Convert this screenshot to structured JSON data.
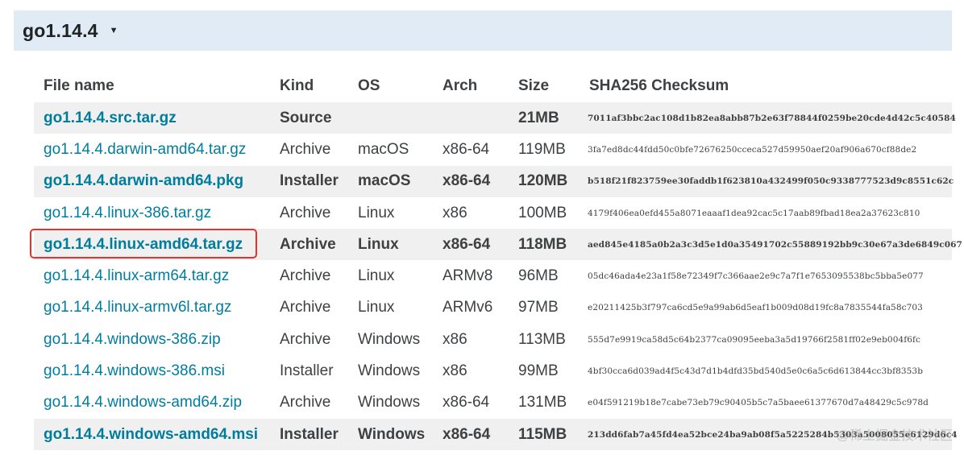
{
  "version_header": {
    "title": "go1.14.4",
    "caret_glyph": "▼"
  },
  "table": {
    "columns": [
      "File name",
      "Kind",
      "OS",
      "Arch",
      "Size",
      "SHA256 Checksum"
    ],
    "rows": [
      {
        "file": "go1.14.4.src.tar.gz",
        "kind": "Source",
        "os": "",
        "arch": "",
        "size": "21MB",
        "sha": "7011af3bbc2ac108d1b82ea8abb87b2e63f78844f0259be20cde4d42c5c40584",
        "highlight": true
      },
      {
        "file": "go1.14.4.darwin-amd64.tar.gz",
        "kind": "Archive",
        "os": "macOS",
        "arch": "x86-64",
        "size": "119MB",
        "sha": "3fa7ed8dc44fdd50c0bfe72676250cceca527d59950aef20af906a670cf88de2",
        "highlight": false
      },
      {
        "file": "go1.14.4.darwin-amd64.pkg",
        "kind": "Installer",
        "os": "macOS",
        "arch": "x86-64",
        "size": "120MB",
        "sha": "b518f21f823759ee30faddb1f623810a432499f050c9338777523d9c8551c62c",
        "highlight": true
      },
      {
        "file": "go1.14.4.linux-386.tar.gz",
        "kind": "Archive",
        "os": "Linux",
        "arch": "x86",
        "size": "100MB",
        "sha": "4179f406ea0efd455a8071eaaaf1dea92cac5c17aab89fbad18ea2a37623c810",
        "highlight": false
      },
      {
        "file": "go1.14.4.linux-amd64.tar.gz",
        "kind": "Archive",
        "os": "Linux",
        "arch": "x86-64",
        "size": "118MB",
        "sha": "aed845e4185a0b2a3c3d5e1d0a35491702c55889192bb9c30e67a3de6849c067",
        "highlight": true
      },
      {
        "file": "go1.14.4.linux-arm64.tar.gz",
        "kind": "Archive",
        "os": "Linux",
        "arch": "ARMv8",
        "size": "96MB",
        "sha": "05dc46ada4e23a1f58e72349f7c366aae2e9c7a7f1e7653095538bc5bba5e077",
        "highlight": false
      },
      {
        "file": "go1.14.4.linux-armv6l.tar.gz",
        "kind": "Archive",
        "os": "Linux",
        "arch": "ARMv6",
        "size": "97MB",
        "sha": "e20211425b3f797ca6cd5e9a99ab6d5eaf1b009d08d19fc8a7835544fa58c703",
        "highlight": false
      },
      {
        "file": "go1.14.4.windows-386.zip",
        "kind": "Archive",
        "os": "Windows",
        "arch": "x86",
        "size": "113MB",
        "sha": "555d7e9919ca58d5c64b2377ca09095eeba3a5d19766f2581ff02e9eb004f6fc",
        "highlight": false
      },
      {
        "file": "go1.14.4.windows-386.msi",
        "kind": "Installer",
        "os": "Windows",
        "arch": "x86",
        "size": "99MB",
        "sha": "4bf30cca6d039ad4f5c43d7d1b4dfd35bd540d5e0c6a5c6d613844cc3bf8353b",
        "highlight": false
      },
      {
        "file": "go1.14.4.windows-amd64.zip",
        "kind": "Archive",
        "os": "Windows",
        "arch": "x86-64",
        "size": "131MB",
        "sha": "e04f591219b18e7cabe73eb79c90405b5c7a5baee61377670d7a48429c5c978d",
        "highlight": false
      },
      {
        "file": "go1.14.4.windows-amd64.msi",
        "kind": "Installer",
        "os": "Windows",
        "arch": "x86-64",
        "size": "115MB",
        "sha": "213dd6fab7a45fd4ea52bce24ba9ab08f5a5225284b5303a5008055e6129d6c4",
        "highlight": true
      }
    ]
  },
  "annotation": {
    "highlighted_row_color": "#e5322d"
  },
  "watermark": "@稀土掘金技术社区",
  "colors": {
    "link": "#007d9c",
    "header_bg": "#e0ebf5",
    "row_highlight_bg": "#f0f0f0"
  }
}
